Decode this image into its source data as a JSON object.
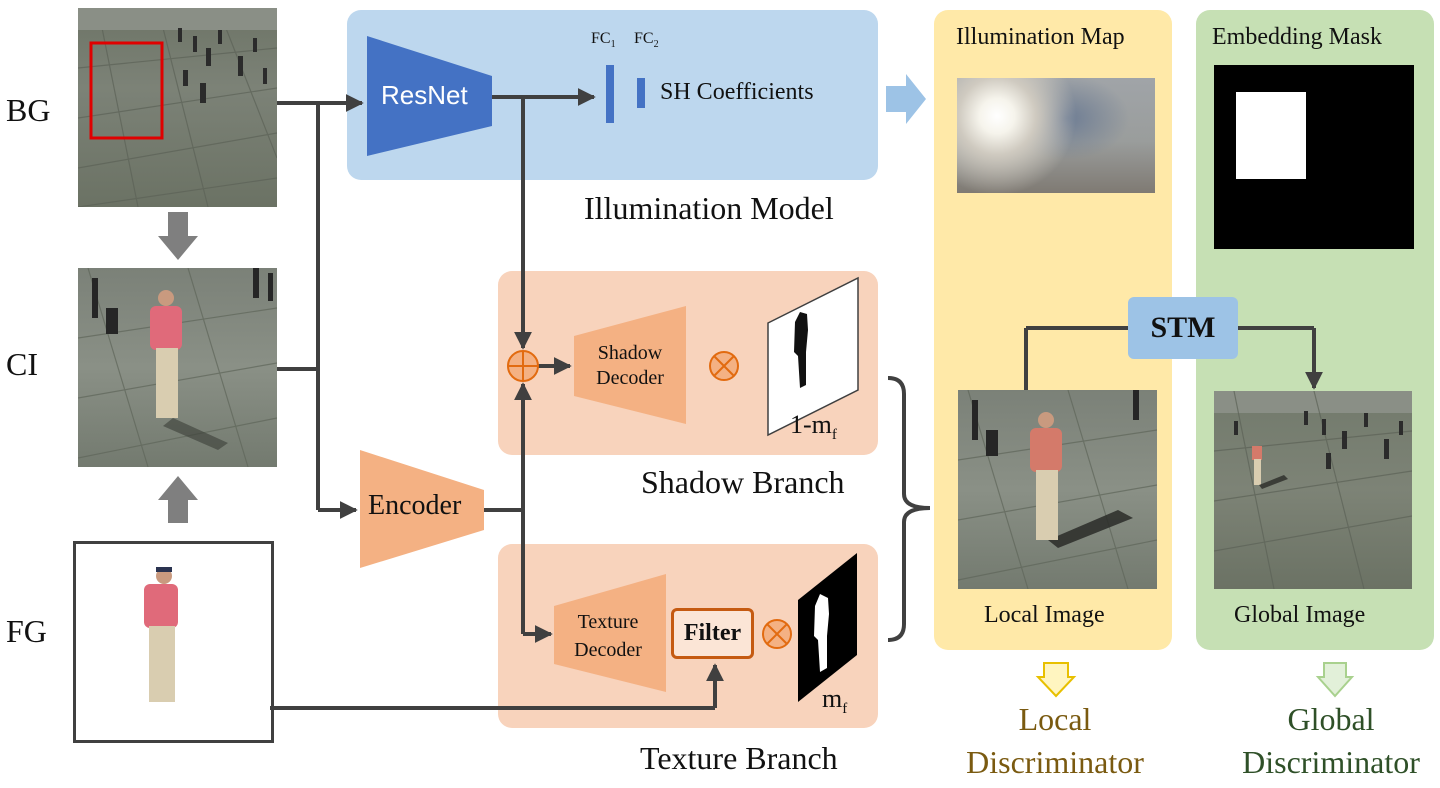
{
  "inputs": {
    "bg_label": "BG",
    "ci_label": "CI",
    "fg_label": "FG"
  },
  "illumination": {
    "resnet_label": "ResNet",
    "fc1_label": "FC",
    "fc1_sub": "1",
    "fc2_label": "FC",
    "fc2_sub": "2",
    "sh_label": "SH Coefficients",
    "model_title": "Illumination Model"
  },
  "encoder_label": "Encoder",
  "shadow_branch": {
    "decoder_line1": "Shadow",
    "decoder_line2": "Decoder",
    "mask_label": "1-m",
    "mask_sub": "f",
    "title": "Shadow Branch"
  },
  "texture_branch": {
    "decoder_line1": "Texture",
    "decoder_line2": "Decoder",
    "filter_label": "Filter",
    "mask_label": "m",
    "mask_sub": "f",
    "title_part1": "Texture",
    "title_part2": " Branch"
  },
  "local_column": {
    "title": "Illumination Map",
    "image_label": "Local Image",
    "discriminator_line1": "Local",
    "discriminator_line2": "Discriminator",
    "color_panel": "#FFE9A8",
    "color_text": "#7A5A10"
  },
  "global_column": {
    "title": "Embedding Mask",
    "image_label": "Global Image",
    "discriminator_line1": "Global",
    "discriminator_line2": "Discriminator",
    "color_panel": "#C6E0B4",
    "color_text": "#2F5028"
  },
  "stm_label": "STM",
  "colors": {
    "illumination_panel": "#BDD7EE",
    "branch_panel": "#F8D3BC",
    "resnet": "#4472C4",
    "decoder": "#F4B183",
    "filter_border": "#C55A11",
    "arrow": "#404040",
    "stm_box": "#9DC3E6"
  }
}
